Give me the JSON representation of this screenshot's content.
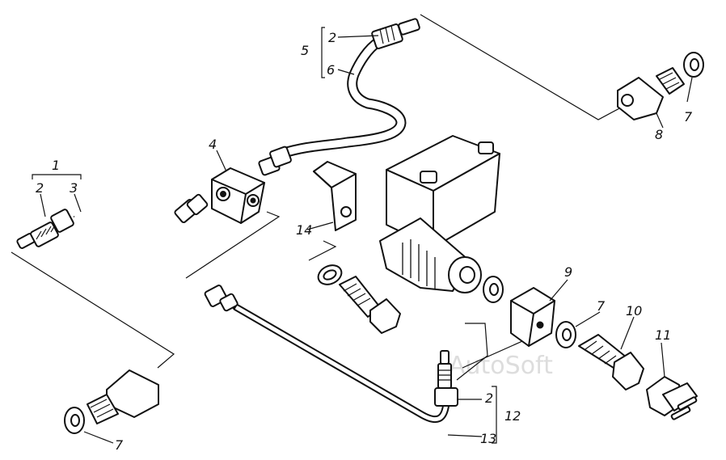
{
  "labels": {
    "l1": "1",
    "l2a": "2",
    "l3": "3",
    "l2b": "2",
    "l5": "5",
    "l6": "6",
    "l2c": "2",
    "l4": "4",
    "l14": "14",
    "l8": "8",
    "l7a": "7",
    "l9": "9",
    "l7b": "7",
    "l10": "10",
    "l11": "11",
    "l12": "12",
    "l13": "13",
    "l7c": "7"
  },
  "watermark": "AutoSoft",
  "colors": {
    "ink": "#111111",
    "paper": "#ffffff",
    "watermark": "#d8d8d8"
  }
}
